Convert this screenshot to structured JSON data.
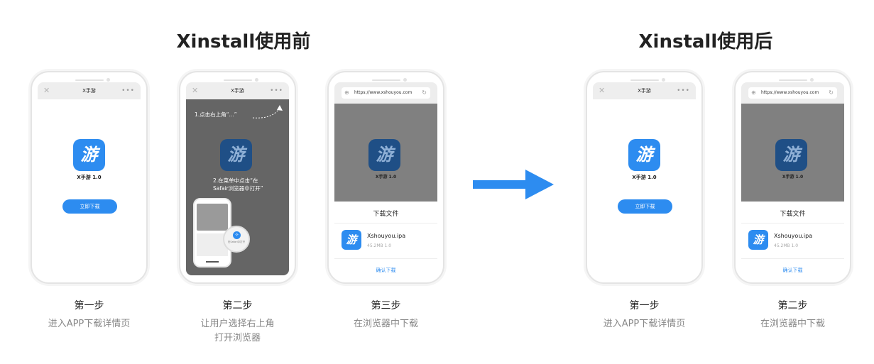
{
  "sections": {
    "before_title": "Xinstall使用前",
    "after_title": "Xinstall使用后"
  },
  "app": {
    "icon_char": "游",
    "name": "X手游 1.0",
    "download_button": "立即下载",
    "page_title": "X手游"
  },
  "browser": {
    "url": "https://www.xshouyou.com"
  },
  "download_sheet": {
    "title": "下载文件",
    "file_name": "Xshouyou.ipa",
    "file_meta": "45.2MB  1.0",
    "confirm": "确认下载"
  },
  "hints": {
    "step1": "1.点击右上角“...”",
    "step2_line1": "2.在菜单中点击“在",
    "step2_line2": "Safair浏览器中打开”",
    "safari_label": "在Safari中打开"
  },
  "steps_before": [
    {
      "title": "第一步",
      "desc": "进入APP下载详情页",
      "desc2": ""
    },
    {
      "title": "第二步",
      "desc": "让用户选择右上角",
      "desc2": "打开浏览器"
    },
    {
      "title": "第三步",
      "desc": "在浏览器中下载",
      "desc2": ""
    }
  ],
  "steps_after": [
    {
      "title": "第一步",
      "desc": "进入APP下载详情页"
    },
    {
      "title": "第二步",
      "desc": "在浏览器中下载"
    }
  ],
  "icons": [
    "close-icon",
    "more-icon",
    "globe-icon",
    "reload-icon",
    "arrow-right-icon",
    "safari-icon"
  ],
  "colors": {
    "accent": "#2d8cf0",
    "overlay": "#808080",
    "text": "#222222",
    "muted": "#888888"
  }
}
